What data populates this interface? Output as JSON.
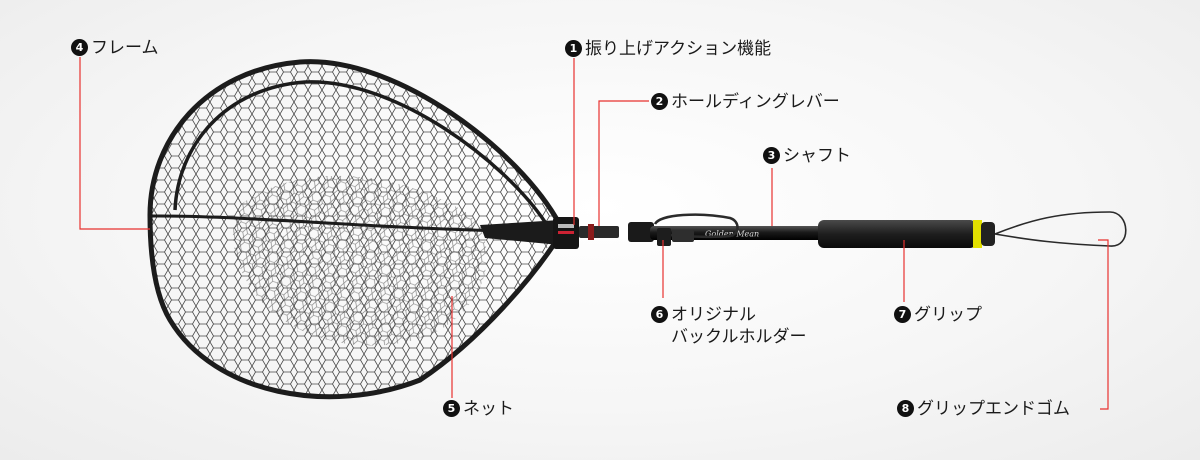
{
  "colors": {
    "leader": "#e8312f",
    "frame": "#1c1c1c",
    "net": "#2a2a2a",
    "grip_band": "#e3e000"
  },
  "brand_mark": "Golden Mean",
  "callouts": [
    {
      "num": "1",
      "text": "振り上げアクション機能"
    },
    {
      "num": "2",
      "text": "ホールディングレバー"
    },
    {
      "num": "3",
      "text": "シャフト"
    },
    {
      "num": "4",
      "text": "フレーム"
    },
    {
      "num": "5",
      "text": "ネット"
    },
    {
      "num": "6",
      "text": "オリジナル",
      "text2": "バックルホルダー"
    },
    {
      "num": "7",
      "text": "グリップ"
    },
    {
      "num": "8",
      "text": "グリップエンドゴム"
    }
  ]
}
